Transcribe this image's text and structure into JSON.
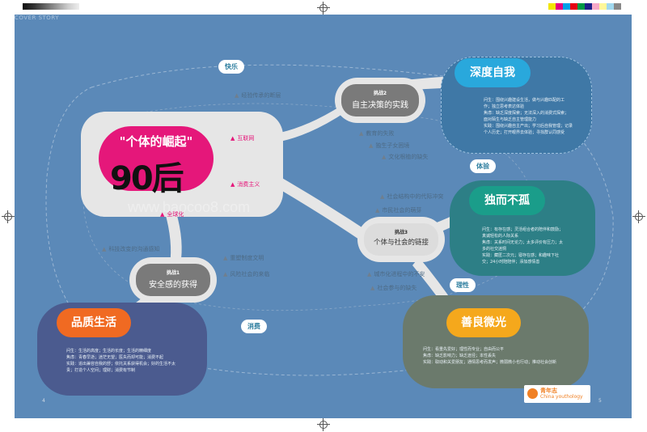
{
  "header": {
    "section_label": "COVER STORY"
  },
  "title": {
    "main": "\"个体的崛起\"",
    "big": "90后"
  },
  "watermark": "www.baocoo8.com",
  "challenges": [
    {
      "id": 1,
      "small": "挑战1",
      "label": "安全感的获得"
    },
    {
      "id": 2,
      "small": "挑战2",
      "label": "自主决策的实践"
    },
    {
      "id": 3,
      "small": "挑战3",
      "label": "个体与社会的链接"
    }
  ],
  "tags": {
    "happy": "快乐",
    "experience": "体验",
    "reason": "理性",
    "consume": "消费"
  },
  "keywords": {
    "top": [
      "经验传承的断层",
      "教育的失败",
      "独生子女困境",
      "文化根植的缺失"
    ],
    "pink": [
      "互联网",
      "消费主义",
      "全球化"
    ],
    "left": [
      "科技改变的沟通感知",
      "重塑制度文明",
      "风险社会的来临"
    ],
    "right": [
      "社会结构中的代际冲突",
      "市民社会的萌芽",
      "城市化进程中的不安",
      "社会参与的缺失"
    ]
  },
  "bubbles": {
    "deep_self": {
      "title": "深度自我",
      "lines": [
        "问生：围绕兴趣建设生活，做与兴趣匹配的工",
        "作；独立思考表达体验",
        "焦虑：缺乏深度探索；无法深入的消费式探索；",
        "面对陌生与缺乏自主管理能力",
        "实践：围绕兴趣自主产出；学习后自我管理；记录",
        "个人历史；打开眼界去体验；寻找群认同感受"
      ]
    },
    "not_alone": {
      "title": "独而不孤",
      "lines": [
        "问生：有存在感；灵活组合者的陪伴和鼓励；",
        "真诚轻松的人际关系",
        "焦虑：关系时间无论力；太多评价有压力；太",
        "多的社交迷惘",
        "实践：藏匿二次元；寝存在感；和趣味下社",
        "交；24小时陪陪伴；添加感情善"
      ]
    },
    "kind": {
      "title": "善良微光",
      "lines": [
        "问生：看重先爱好；理性而专业；自由而公平",
        "焦虑：缺乏影响力；缺乏途径；本性丢失",
        "实践：取动和关爱朋友；通情思考而发声；微弱微小也行动；推动社会创新"
      ]
    },
    "quality": {
      "title": "品质生活",
      "lines": [
        "问生：生活的高度；生活的长度；生活的精细度",
        "焦虑：青春早逝；迷茫无望；医失而却可能；消费不起",
        "实践：追出兼容自我的舒；依托关系获得机会；好的生活不太",
        "贵；打造个人空间；理财；消费有节制"
      ]
    }
  },
  "footer": {
    "page_left": "4",
    "page_right": "5",
    "logo_cn": "青年志",
    "logo_en": "China youthology"
  },
  "colors": {
    "background": "#5b89b8",
    "pink": "#e5177a",
    "blue": "#29a8dc",
    "teal": "#1a9d8a",
    "orange": "#f08024",
    "yellow": "#f5a81c",
    "gray": "#7a7a7a"
  },
  "icons": [
    "triangle-bullet-icon",
    "registration-mark-icon",
    "sun-logo-icon"
  ]
}
